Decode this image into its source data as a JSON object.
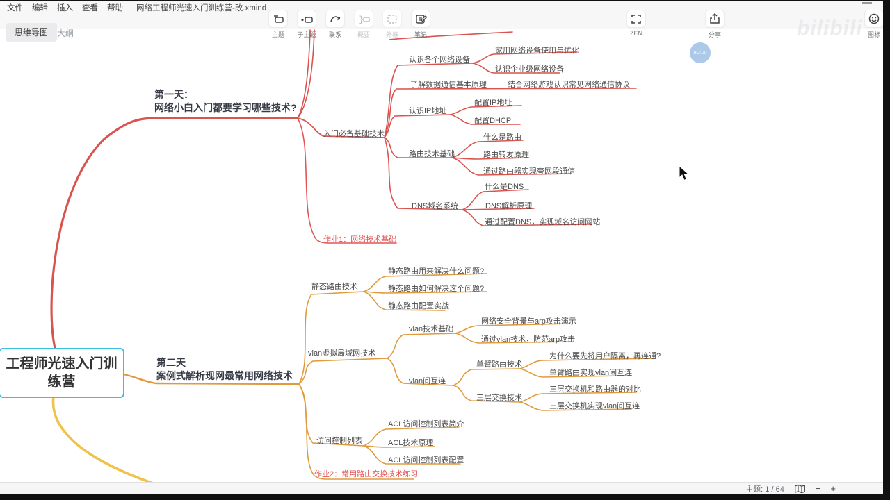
{
  "menu": {
    "items": [
      "文件",
      "编辑",
      "插入",
      "查看",
      "帮助"
    ],
    "file_title": "网络工程师光速入门训练营-改.xmind"
  },
  "tabs": {
    "mindmap": "思维导图",
    "outline": "大纲"
  },
  "toolbar": {
    "topic": "主题",
    "subtopic": "子主题",
    "relationship": "联系",
    "summary": "概要",
    "boundary": "外框",
    "notes": "笔记",
    "zen": "ZEN",
    "share": "分享",
    "markers": "图标"
  },
  "watermark": {
    "badge": "9G:00",
    "logo": "bilibili"
  },
  "statusbar": {
    "topics": "主题: 1 / 64",
    "zoom_out": "−",
    "zoom_in": "+"
  },
  "colors": {
    "day1_branch": "#d9534f",
    "day2_branch": "#e09a3e",
    "day3_branch": "#efc24a",
    "central_border": "#3bbfdf",
    "homework_text": "#e25555"
  },
  "nodes": {
    "central": "工程师光速入门训练营",
    "d1a": "第一天：",
    "d1b": "网络小白入门都要学习哪些技术?",
    "d1_basic": "入门必备基础技术",
    "d1_devices": "认识各个网络设备",
    "d1_home": "家用网络设备使用与优化",
    "d1_ent": "认识企业级网络设备",
    "d1_datacom": "了解数据通信基本原理",
    "d1_games": "结合网络游戏认识常见网络通信协议",
    "d1_ip": "认识IP地址",
    "d1_ipconf": "配置IP地址",
    "d1_dhcp": "配置DHCP",
    "d1_routing": "路由技术基础",
    "d1_whatroute": "什么是路由",
    "d1_forward": "路由转发原理",
    "d1_crossseg": "通过路由器实现夸网段通信",
    "d1_dns": "DNS域名系统",
    "d1_whatdns": "什么是DNS",
    "d1_dnsres": "DNS解析原理",
    "d1_dnsconf": "通过配置DNS，实现域名访问网站",
    "d1_hw": "作业1：网络技术基础",
    "d2a": "第二天",
    "d2b": "案例式解析现网最常用网络技术",
    "d2_static": "静态路由技术",
    "d2_sq1": "静态路由用来解决什么问题?",
    "d2_sq2": "静态路由如何解决这个问题?",
    "d2_sq3": "静态路由配置实战",
    "d2_vlan": "vlan虚拟局域网技术",
    "d2_vbasic": "vlan技术基础",
    "d2_arp1": "网络安全背景与arp攻击演示",
    "d2_arp2": "通过vlan技术，防范arp攻击",
    "d2_inter": "vlan间互连",
    "d2_onearm": "单臂路由技术",
    "d2_oq1": "为什么要先将用户隔离，再连通?",
    "d2_oq2": "单臂路由实现vlan间互连",
    "d2_l3": "三层交换技术",
    "d2_l3a": "三层交换机和路由器的对比",
    "d2_l3b": "三层交换机实现vlan间互连",
    "d2_acl": "访问控制列表",
    "d2_acl1": "ACL访问控制列表简介",
    "d2_acl2": "ACL技术原理",
    "d2_acl3": "ACL访问控制列表配置",
    "d2_hw": "作业2：常用路由交换技术练习"
  }
}
